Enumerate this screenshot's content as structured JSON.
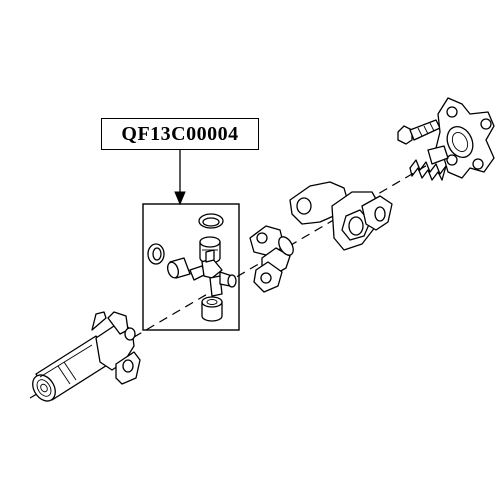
{
  "diagram": {
    "part_number": "QF13C00004",
    "components": [
      {
        "name": "propeller-shaft-tube"
      },
      {
        "name": "yoke-front"
      },
      {
        "name": "universal-joint-kit"
      },
      {
        "name": "flange-yoke"
      },
      {
        "name": "center-yoke"
      },
      {
        "name": "spring"
      },
      {
        "name": "bolt"
      },
      {
        "name": "companion-flange"
      }
    ]
  }
}
